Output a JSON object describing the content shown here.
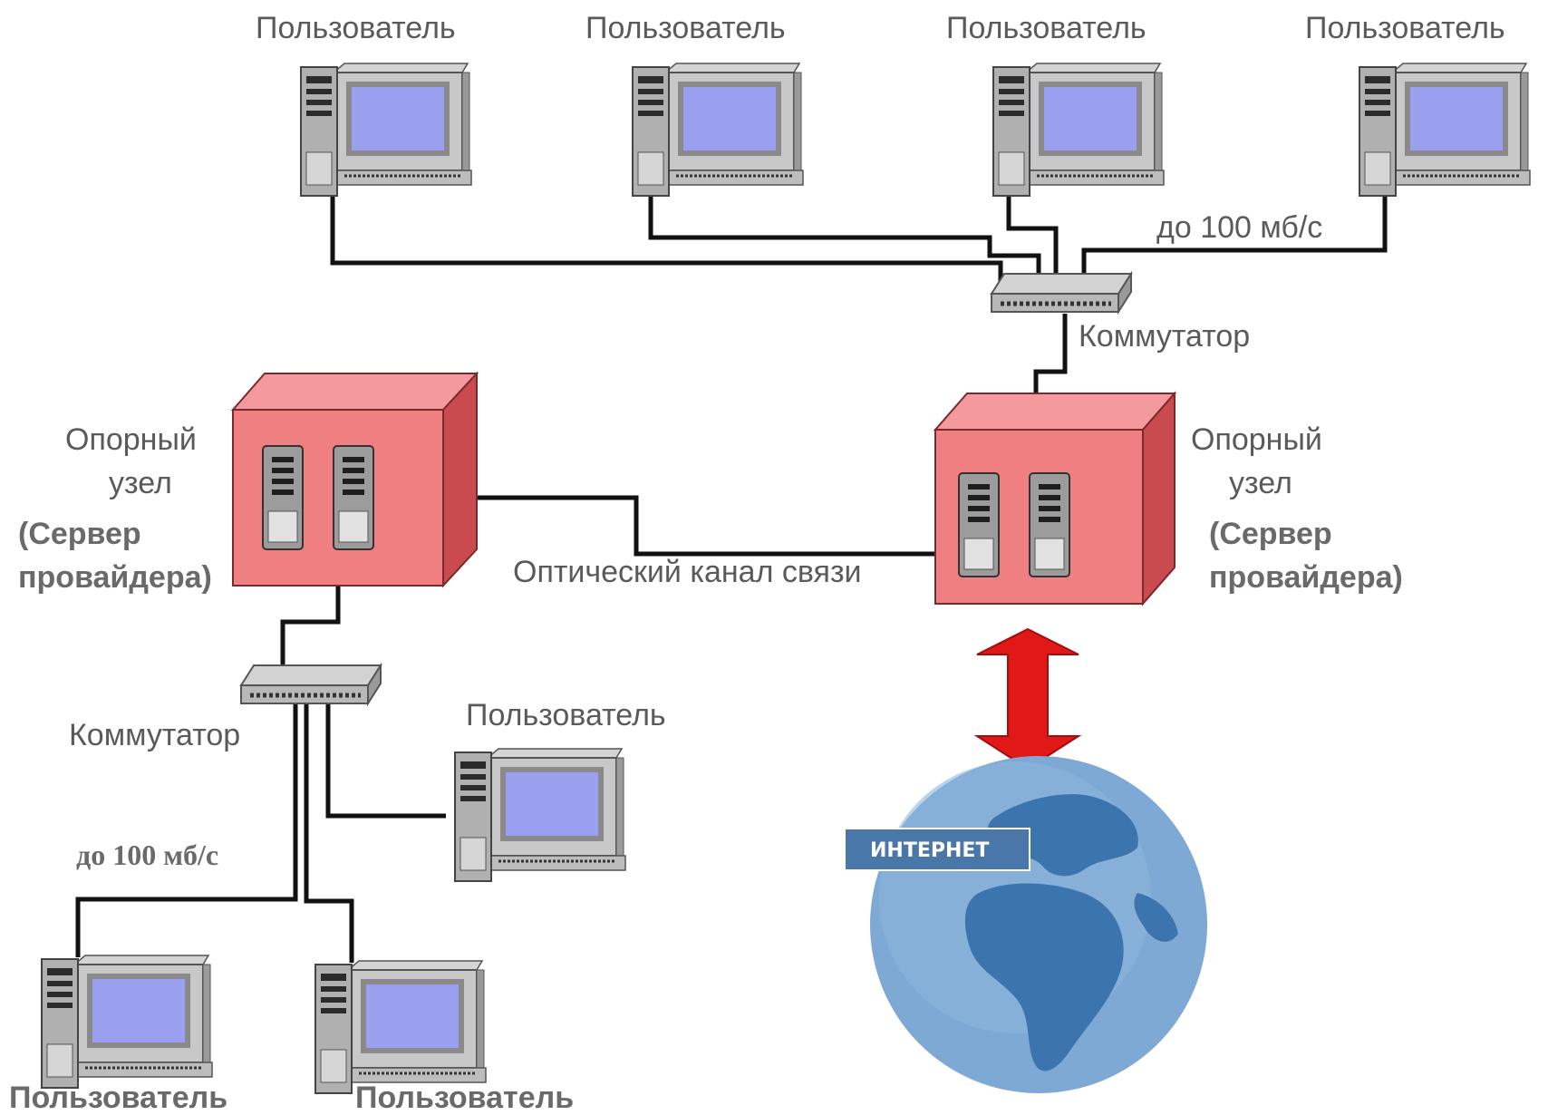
{
  "labels": {
    "user": "Пользователь",
    "switch": "Коммутатор",
    "node_line1": "Опорный",
    "node_line2": "узел",
    "server_line1": "(Сервер",
    "server_line2": "провайдера)",
    "optical": "Оптический канал связи",
    "speed": "до 100 мб/с",
    "internet": "ИНТЕРНЕТ"
  },
  "colors": {
    "node_fill": "#f07f82",
    "node_dark": "#c94a4f",
    "arrow": "#e01818",
    "screen": "#9aa0ef",
    "globe": "#6d9dcc",
    "continents": "#3c74ad",
    "internet_badge": "#4a77aa"
  },
  "icons": [
    "computer-icon",
    "switch-icon",
    "server-node-icon",
    "globe-icon",
    "double-arrow-icon"
  ]
}
